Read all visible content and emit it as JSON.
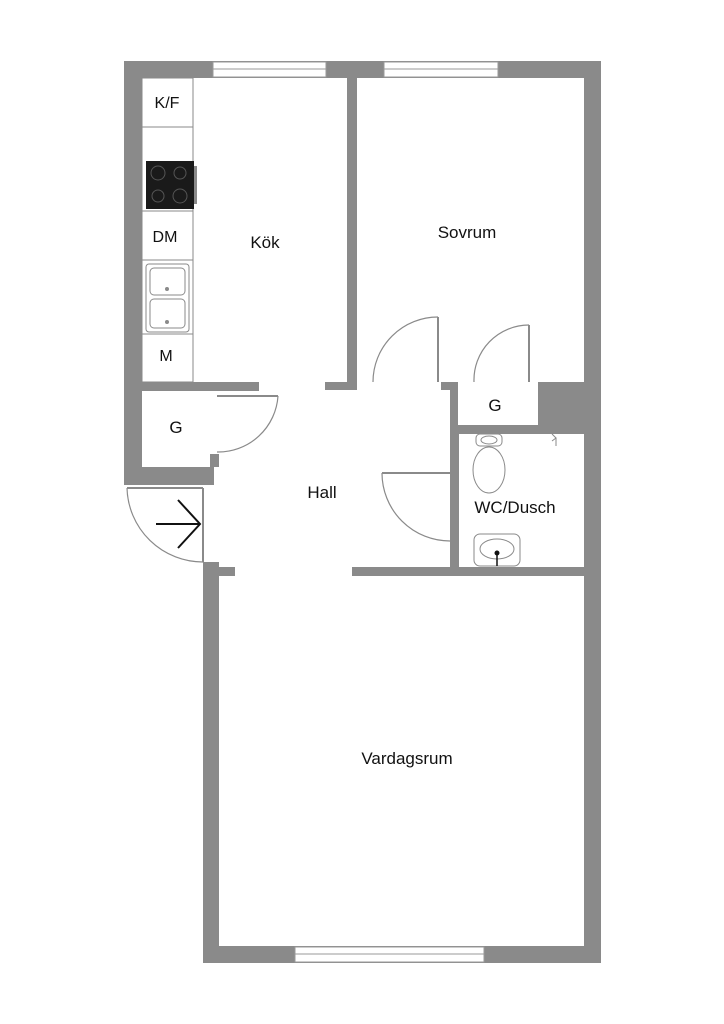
{
  "rooms": {
    "kitchen": "Kök",
    "bedroom": "Sovrum",
    "hall": "Hall",
    "bathroom": "WC/Dusch",
    "living_room": "Vardagsrum",
    "closet_left": "G",
    "closet_right": "G"
  },
  "kitchen_units": {
    "fridge_freezer": "K/F",
    "dishwasher": "DM",
    "microwave": "M"
  },
  "icons": {
    "entrance": "entrance-arrow-icon",
    "stove": "stove-icon",
    "sink": "kitchen-sink-icon",
    "toilet": "toilet-icon",
    "washbasin": "washbasin-icon"
  },
  "colors": {
    "wall": "#8a8a8a",
    "floor": "#ffffff",
    "stove": "#1a1a1a",
    "text": "#111111"
  }
}
